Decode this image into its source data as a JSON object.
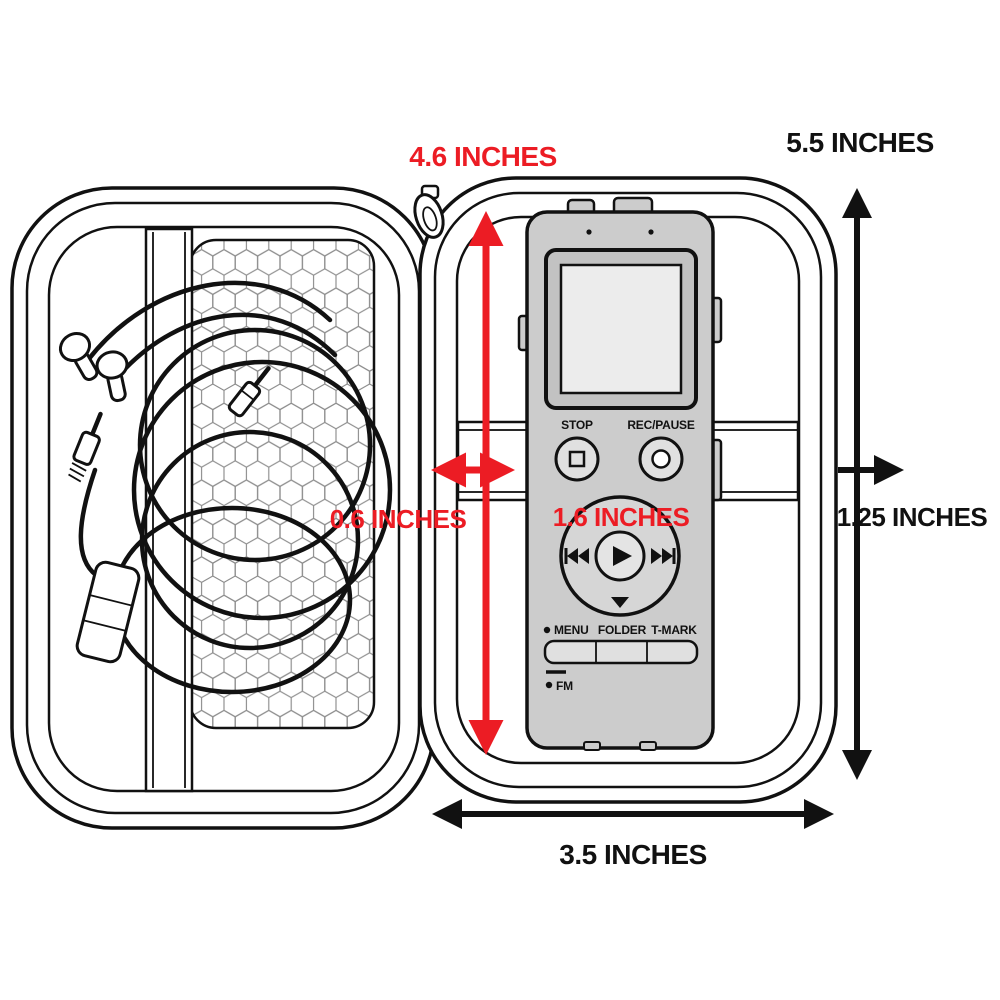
{
  "annotations": {
    "top_width": "4.6 INCHES",
    "case_height": "5.5 INCHES",
    "lid_depth": "0.6 INCHES",
    "recorder_width": "1.6 INCHES",
    "case_depth": "1.25 INCHES",
    "bottom_width": "3.5 INCHES"
  },
  "recorder": {
    "stop_label": "STOP",
    "rec_pause_label": "REC/PAUSE",
    "menu_label": "MENU",
    "folder_label": "FOLDER",
    "tmark_label": "T-MARK",
    "fm_label": "FM"
  },
  "colors": {
    "accent_red": "#ec1c24",
    "line_black": "#111111",
    "recorder_gray": "#cccccc"
  }
}
